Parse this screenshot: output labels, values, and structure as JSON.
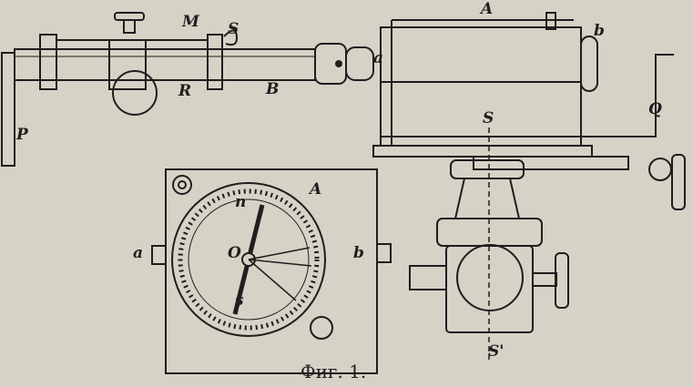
{
  "caption": "Фиг. 1.",
  "labels": {
    "M": "M",
    "S_hook": "S",
    "A_top": "A",
    "a_top": "a",
    "b_top": "b",
    "R": "R",
    "B": "B",
    "P": "P",
    "Q": "Q",
    "S_axis": "S",
    "S_prime": "S'",
    "A_compass": "A",
    "a_compass": "a",
    "b_compass": "b",
    "n": "n",
    "O": "O",
    "s": "s"
  },
  "colors": {
    "paper": "#d6d2c6",
    "ink": "#1e1e1e"
  }
}
